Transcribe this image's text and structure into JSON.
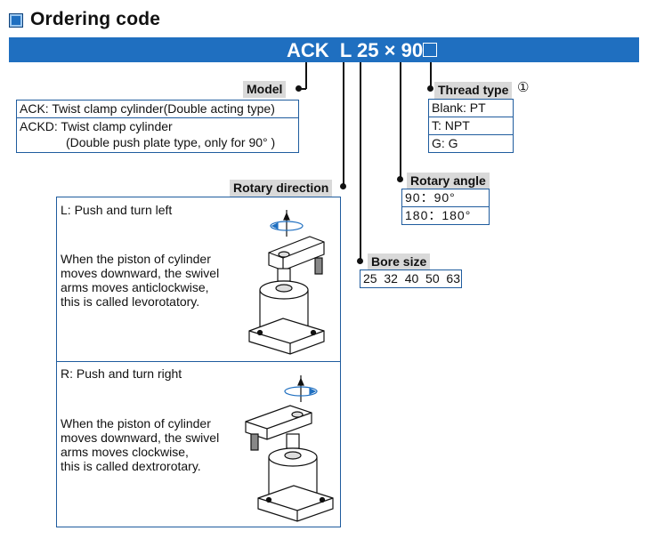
{
  "header": {
    "title": "Ordering code",
    "code": "ACK  L 25 × 90",
    "suffix_placeholder": "□"
  },
  "model": {
    "label": "Model",
    "options": [
      "ACK: Twist clamp cylinder(Double acting type)",
      "ACKD: Twist clamp cylinder",
      "(Double push plate type, only for 90°   )"
    ]
  },
  "thread_type": {
    "label": "Thread type",
    "note_mark": "①",
    "options": [
      "Blank: PT",
      "T: NPT",
      "G: G"
    ]
  },
  "rotary_angle": {
    "label": "Rotary angle",
    "options": [
      "90：90°",
      "180：180°"
    ]
  },
  "rotary_direction": {
    "label": "Rotary direction",
    "left": {
      "title": "L: Push and turn left",
      "desc": [
        "When the piston of cylinder",
        "moves downward, the swivel",
        "arms moves anticlockwise,",
        "this is called levorotatory."
      ]
    },
    "right": {
      "title": "R: Push and turn right",
      "desc": [
        "When the piston of cylinder",
        "moves downward, the swivel",
        "arms moves clockwise,",
        "this is called dextrorotary."
      ]
    }
  },
  "bore_size": {
    "label": "Bore size",
    "values": "25  32  40  50  63"
  },
  "colors": {
    "accent": "#1f6fc0",
    "border": "#1f5c9e",
    "label_bg": "#d9d9d9"
  }
}
